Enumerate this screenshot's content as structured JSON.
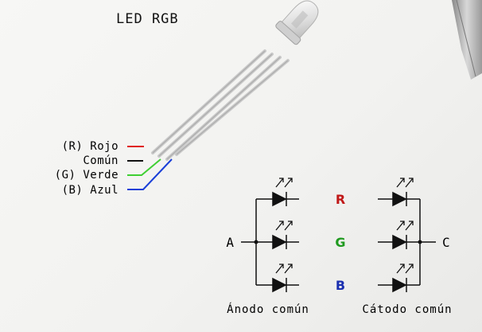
{
  "title": "LED RGB",
  "pins": [
    {
      "label": "(R) Rojo",
      "color": "#e0201a"
    },
    {
      "label": "Común",
      "color": "#111111"
    },
    {
      "label": "(G) Verde",
      "color": "#3fcf33"
    },
    {
      "label": "(B) Azul",
      "color": "#1a3fd8"
    }
  ],
  "channels": [
    {
      "letter": "R",
      "color": "#c01818"
    },
    {
      "letter": "G",
      "color": "#1f9a1f"
    },
    {
      "letter": "B",
      "color": "#1a2fb0"
    }
  ],
  "anode": {
    "terminal": "A",
    "caption": "Ánodo común"
  },
  "cathode": {
    "terminal": "C",
    "caption": "Cátodo común"
  }
}
